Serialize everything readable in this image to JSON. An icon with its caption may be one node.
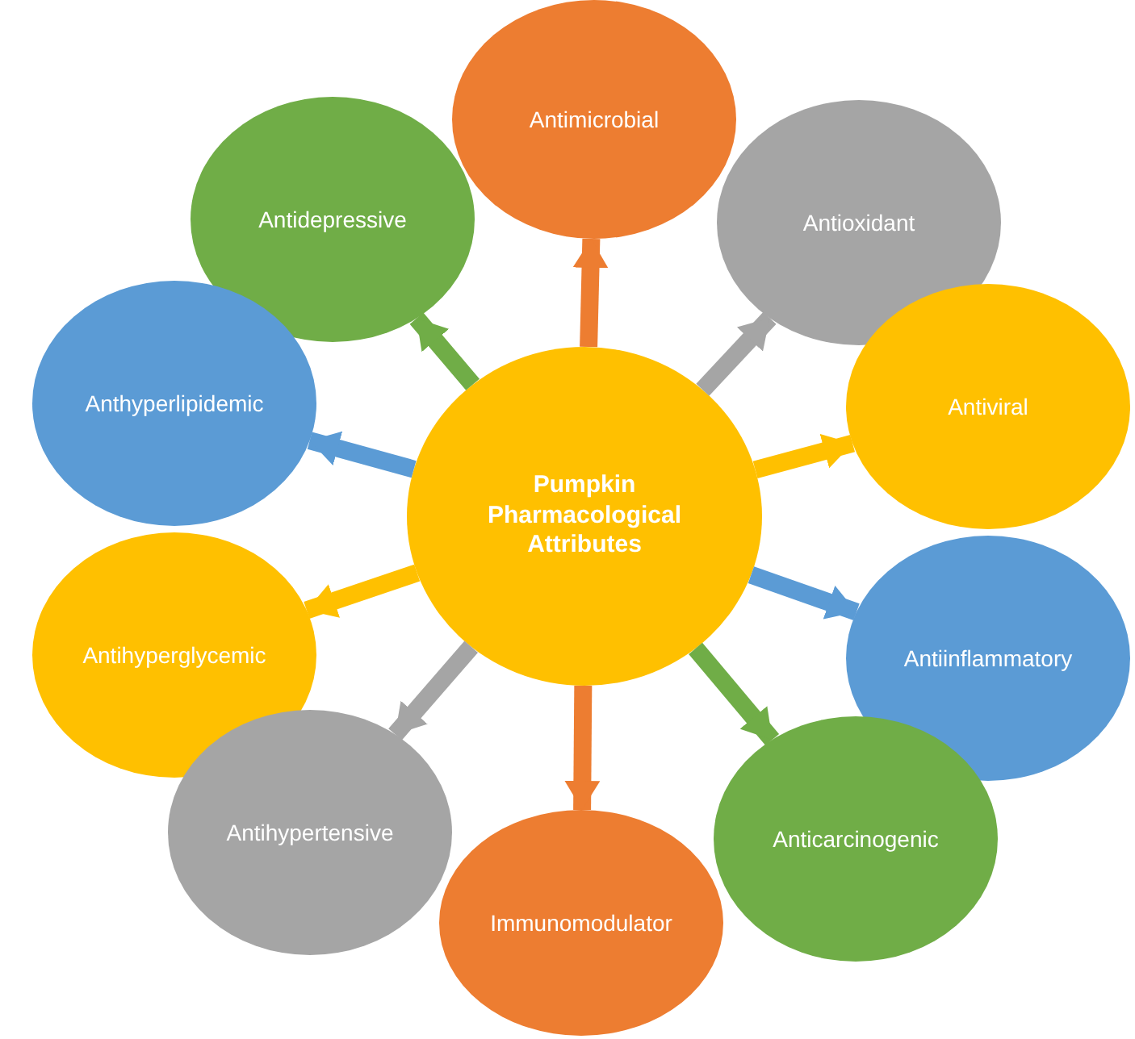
{
  "diagram": {
    "nodes": [
      {
        "text": [
          "Pumpkin Pharmacological Attributes"
        ]
      },
      {
        "text": [
          "Antimicrobial"
        ]
      },
      {
        "text": [
          "Antioxidant"
        ]
      },
      {
        "text": [
          "Antiviral"
        ]
      },
      {
        "text": [
          "Antiinflammatory"
        ]
      },
      {
        "text": [
          "Anticarcinogenic"
        ]
      },
      {
        "text": [
          "Immunomodulator"
        ]
      },
      {
        "text": [
          "Antihypertensive"
        ]
      },
      {
        "text": [
          "Antihyperglycemic"
        ]
      },
      {
        "text": [
          "Anthyperlipidemic"
        ]
      },
      {
        "text": [
          "Antidepressive"
        ]
      }
    ],
    "edges": [
      {
        "from": 0,
        "to": 1,
        "arrow": "to",
        "color": "#ed7d31"
      },
      {
        "from": 0,
        "to": 2,
        "arrow": "to",
        "color": "#a5a5a5"
      },
      {
        "from": 0,
        "to": 3,
        "arrow": "to",
        "color": "#ffc000"
      },
      {
        "from": 0,
        "to": 4,
        "arrow": "to",
        "color": "#5b9bd5"
      },
      {
        "from": 0,
        "to": 5,
        "arrow": "to",
        "color": "#70ad47"
      },
      {
        "from": 0,
        "to": 6,
        "arrow": "to",
        "color": "#ed7d31"
      },
      {
        "from": 0,
        "to": 7,
        "arrow": "to",
        "color": "#a5a5a5"
      },
      {
        "from": 0,
        "to": 8,
        "arrow": "to",
        "color": "#ffc000"
      },
      {
        "from": 0,
        "to": 9,
        "arrow": "to",
        "color": "#5b9bd5"
      },
      {
        "from": 0,
        "to": 10,
        "arrow": "to",
        "color": "#70ad47"
      }
    ]
  }
}
